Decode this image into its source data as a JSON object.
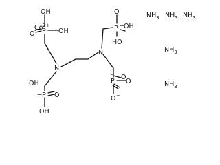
{
  "molecule": {
    "atoms": {
      "cobalt": "Co",
      "cobalt_charge": "2+",
      "nitrogen_left": "N",
      "nitrogen_right": "N",
      "p1": "P",
      "p1_o_top": "OH",
      "p1_o_right": "OH",
      "p1_o_double": "O",
      "p2": "P",
      "p2_o_top": "OH",
      "p2_o_right": "OH",
      "p2_o_double": "O",
      "p3": "P",
      "p3_o_top": "OH",
      "p3_o_left": "HO",
      "p3_o_double": "O",
      "p4": "P",
      "p4_o_double": "O",
      "p4_o_minus_top": "O",
      "p4_o_minus_bottom": "O",
      "minus_sign": "−"
    },
    "ammonia": [
      {
        "base": "NH",
        "sub": "3"
      },
      {
        "base": "NH",
        "sub": "3"
      },
      {
        "base": "NH",
        "sub": "3"
      },
      {
        "base": "NH",
        "sub": "3"
      },
      {
        "base": "NH",
        "sub": "3"
      }
    ]
  }
}
